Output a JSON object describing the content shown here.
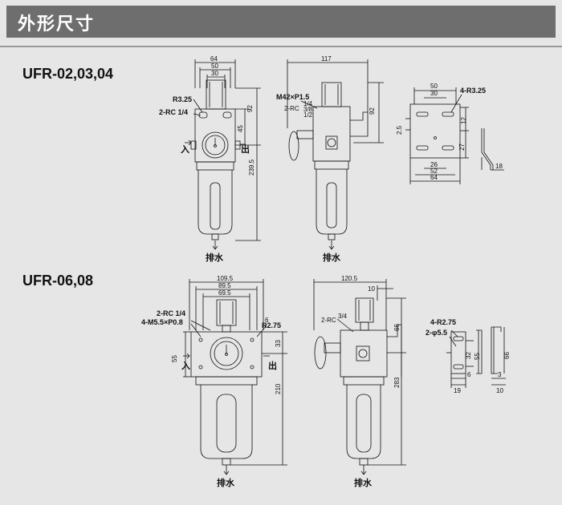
{
  "header": {
    "title": "外形尺寸"
  },
  "models": {
    "m1": "UFR-02,03,04",
    "m2": "UFR-06,08"
  },
  "u1": {
    "d64": "64",
    "d50": "50",
    "d30": "30",
    "r": "R3.25",
    "rc": "2-RC 1/4",
    "d92": "92",
    "d45": "45",
    "in": "入",
    "out": "出",
    "d239": "239.5",
    "drain": "排水"
  },
  "u2": {
    "d117": "117",
    "m42": "M42×P1.5",
    "rc": "2-RC",
    "f1": "1/4",
    "f2": "3/8",
    "f3": "1/2",
    "d92": "92",
    "drain": "排水"
  },
  "b1": {
    "d50": "50",
    "d30": "30",
    "r": "4-R3.25",
    "d25": "2.5",
    "d12": "12",
    "d27": "27",
    "d26": "26",
    "d52": "52",
    "d64": "64",
    "d18": "18"
  },
  "l1": {
    "d1095": "109.5",
    "d895": "89.5",
    "d695": "69.5",
    "rc": "2-RC 1/4",
    "m": "4-M5.5×P0.8",
    "d6": "6",
    "r": "R2.75",
    "d55": "55",
    "d33": "33",
    "in": "入",
    "out": "出",
    "d210": "210",
    "drain": "排水"
  },
  "l2": {
    "d1205": "120.5",
    "d10": "10",
    "rc": "2-RC",
    "f": "3/4",
    "d66": "66",
    "d283": "283",
    "drain": "排水"
  },
  "b2": {
    "r": "4-R2.75",
    "h": "2-φ5.5",
    "d32": "32",
    "d55": "55",
    "d66": "66",
    "d6": "6",
    "d3": "3",
    "d19": "19",
    "d10": "10"
  }
}
